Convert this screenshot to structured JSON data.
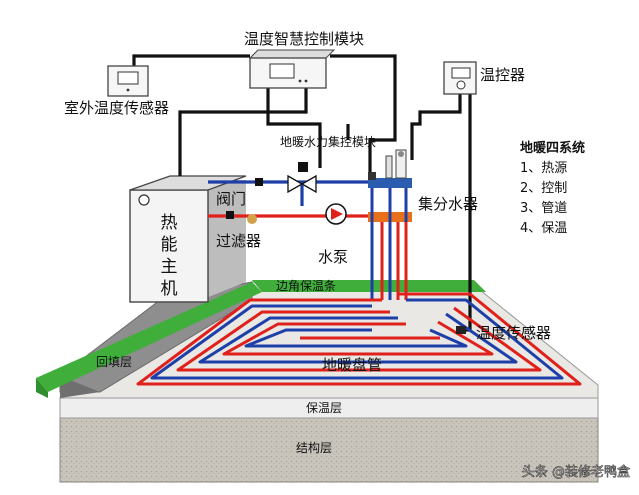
{
  "labels": {
    "control_module": "温度智慧控制模块",
    "thermostat": "温控器",
    "outdoor_sensor": "室外温度传感器",
    "hydraulic_module": "地暖水力集控模块",
    "valve": "阀门",
    "filter": "过滤器",
    "pump": "水泵",
    "manifold": "集分水器",
    "heat_host_chars": [
      "热",
      "能",
      "主",
      "机"
    ],
    "edge_insulation": "边角保温条",
    "backfill": "回填层",
    "floor_pipe": "地暖盘管",
    "insulation_layer": "保温层",
    "structure_layer": "结构层",
    "temp_sensor": "温度传感器"
  },
  "legend": {
    "title": "地暖四系统",
    "items": [
      "1、热源",
      "2、控制",
      "3、管道",
      "4、保温"
    ]
  },
  "watermark": "头条 @装修老鸭盒",
  "colors": {
    "hot_pipe": "#e0201b",
    "cold_pipe": "#1f3fa8",
    "edge_strip": "#3fae3b",
    "manifold_blue": "#2a5db0",
    "manifold_orange": "#e8701a"
  }
}
